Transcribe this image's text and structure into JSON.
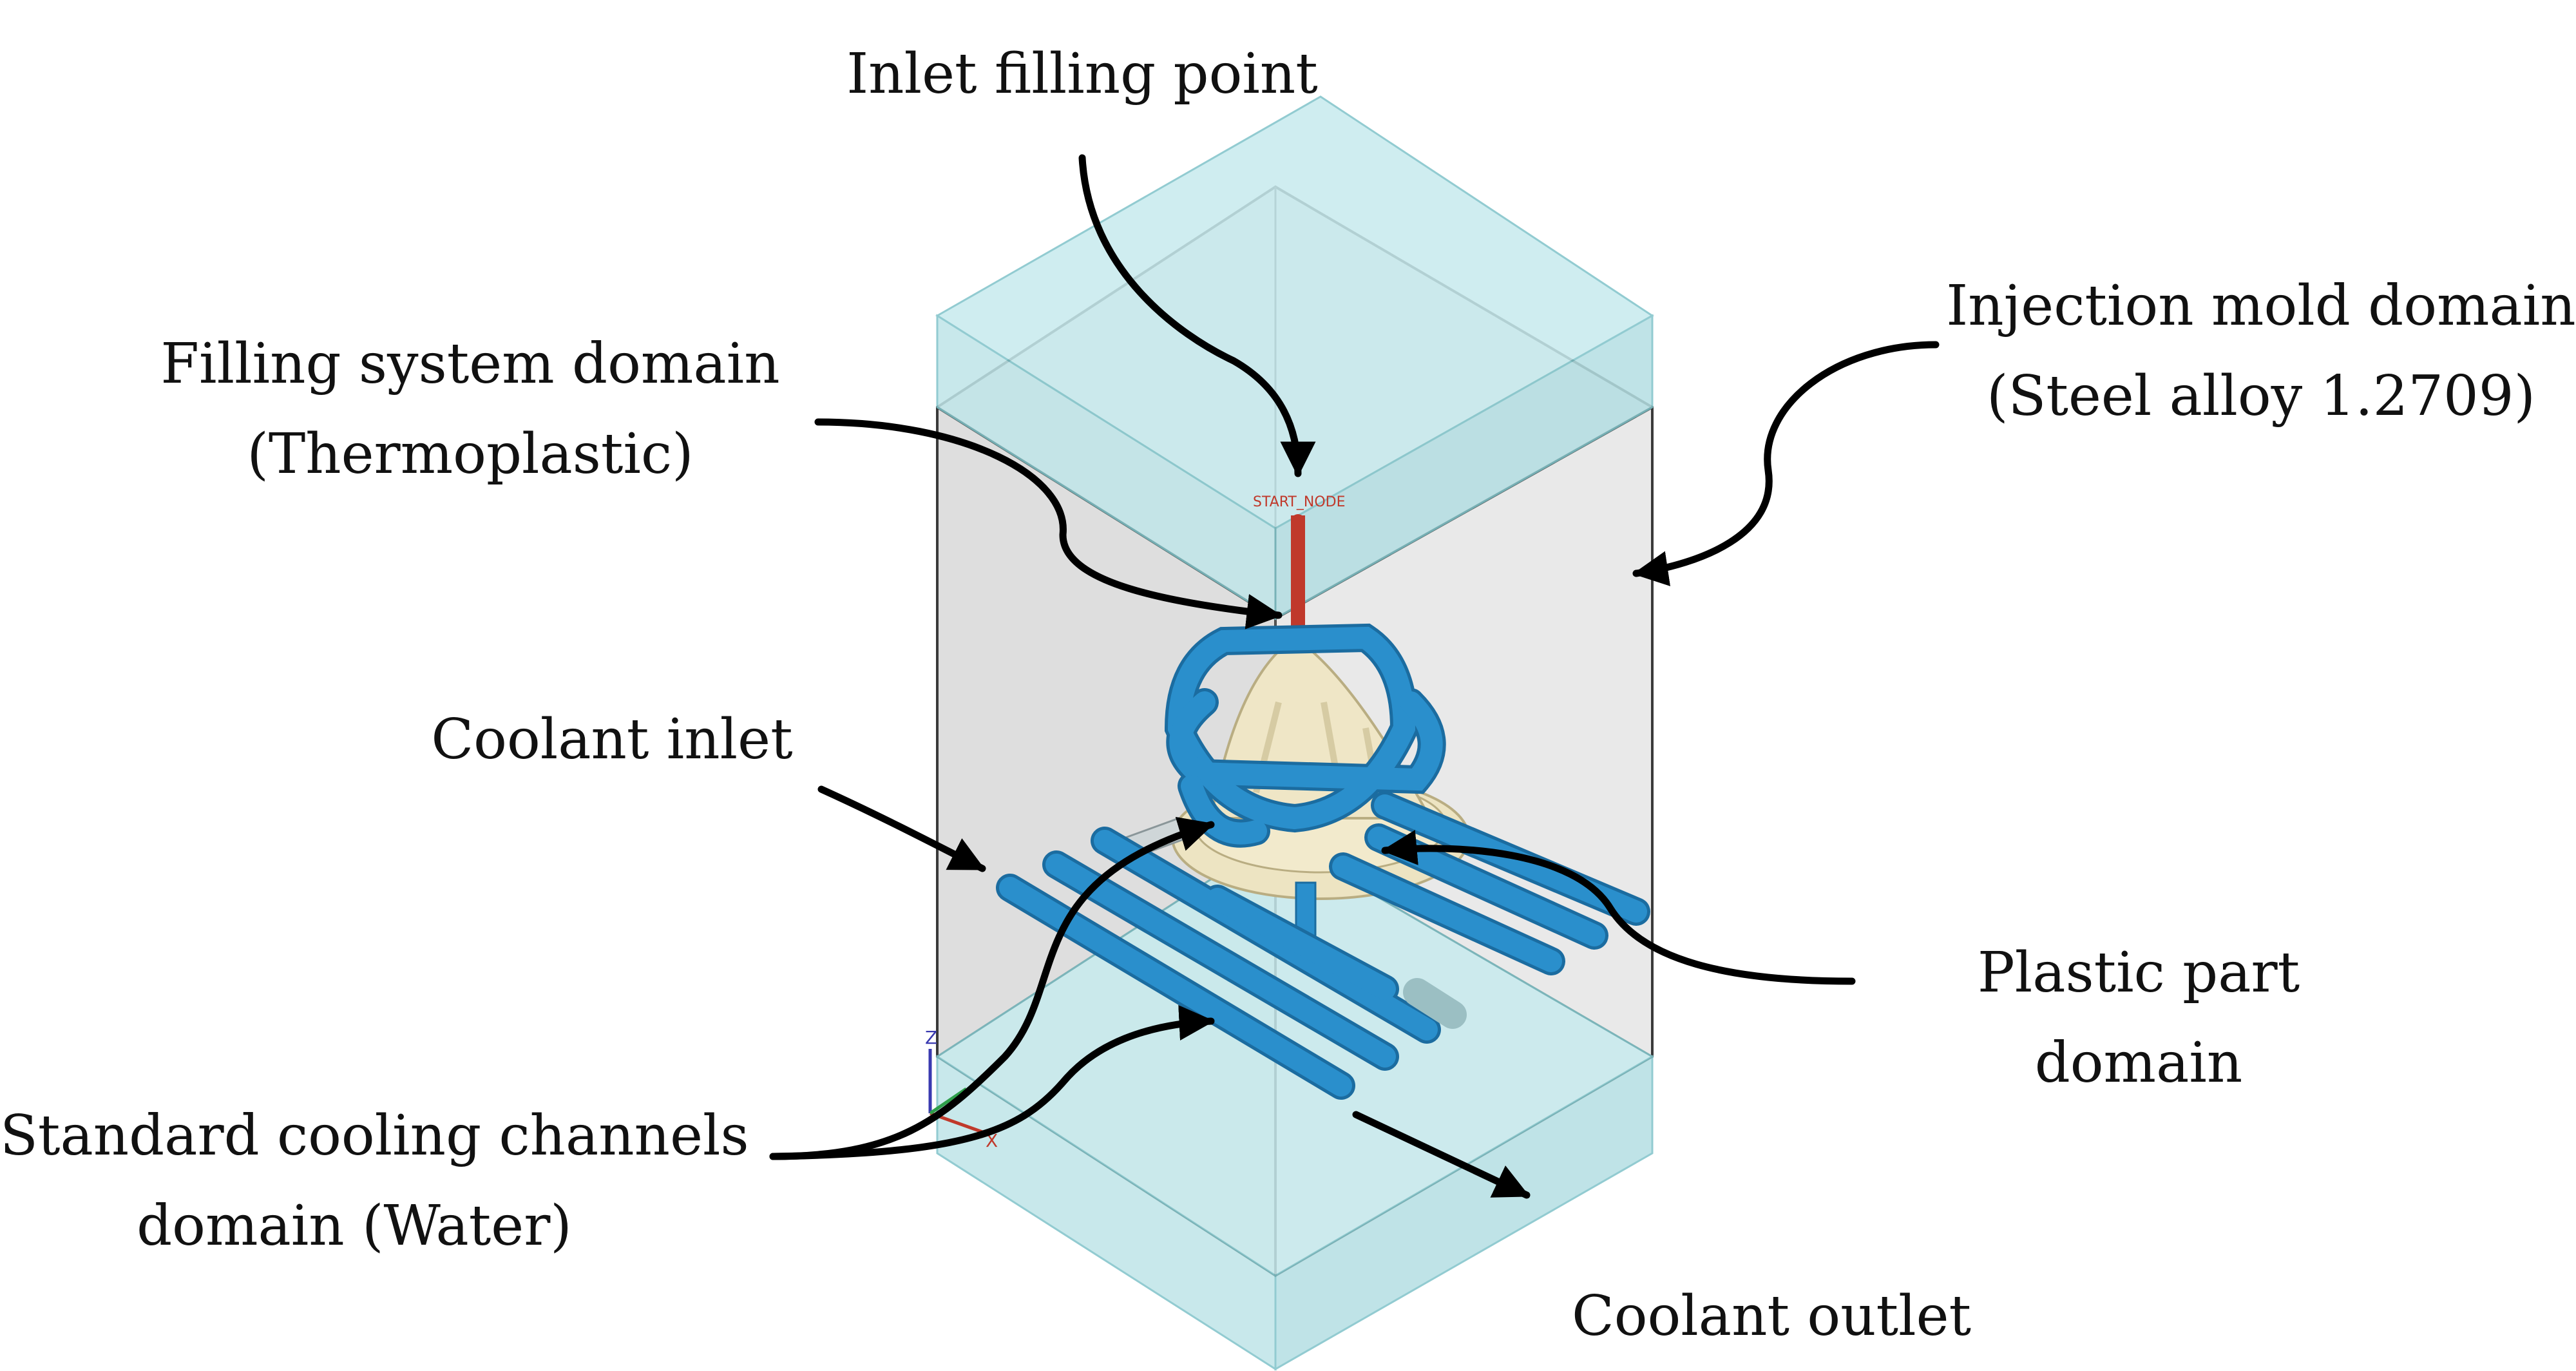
{
  "labels": {
    "inlet_filling_point": "Inlet filling point",
    "filling_system_line1": "Filling system domain",
    "filling_system_line2": "(Thermoplastic)",
    "injection_mold_line1": "Injection mold domain",
    "injection_mold_line2": "(Steel alloy 1.2709)",
    "coolant_inlet": "Coolant inlet",
    "plastic_part_line1": "Plastic part",
    "plastic_part_line2": "domain",
    "cooling_channels_line1": "Standard cooling channels",
    "cooling_channels_line2": "domain (Water)",
    "coolant_outlet": "Coolant outlet"
  },
  "model_tags": {
    "start_node": "START_NODE",
    "axis_z": "Z",
    "axis_x": "X"
  },
  "colors": {
    "mold_fill": "#e3e3e3",
    "translucent_plate": "#c7ebee",
    "channel_blue": "#2a8fcc",
    "part_cream": "#ede4c2",
    "sprue_red": "#c0392b",
    "arrow": "#000000"
  }
}
